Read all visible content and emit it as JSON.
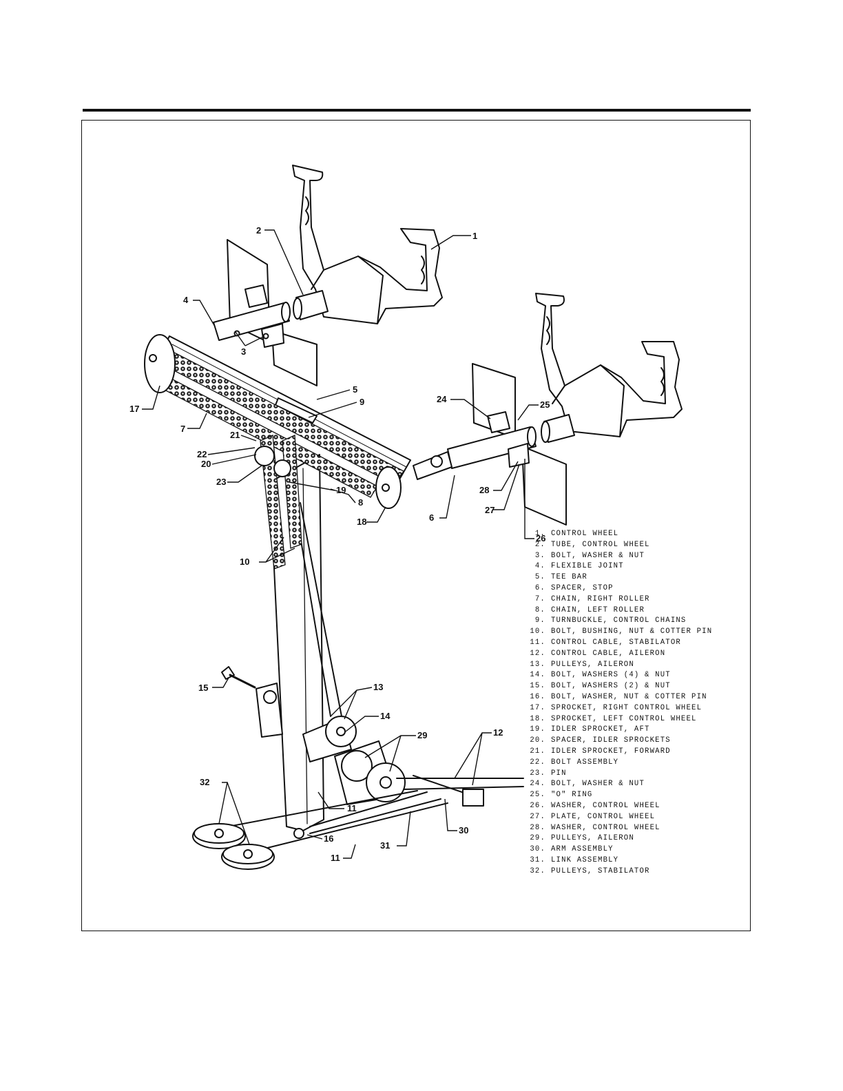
{
  "callouts": [
    "1",
    "2",
    "3",
    "4",
    "5",
    "6",
    "7",
    "8",
    "9",
    "10",
    "11",
    "11",
    "12",
    "13",
    "14",
    "15",
    "16",
    "17",
    "18",
    "19",
    "20",
    "21",
    "22",
    "23",
    "24",
    "25",
    "26",
    "27",
    "28",
    "29",
    "30",
    "31",
    "32"
  ],
  "legend": [
    {
      "num": "1.",
      "text": "CONTROL WHEEL"
    },
    {
      "num": "2.",
      "text": "TUBE, CONTROL WHEEL"
    },
    {
      "num": "3.",
      "text": "BOLT, WASHER & NUT"
    },
    {
      "num": "4.",
      "text": "FLEXIBLE JOINT"
    },
    {
      "num": "5.",
      "text": "TEE BAR"
    },
    {
      "num": "6.",
      "text": "SPACER, STOP"
    },
    {
      "num": "7.",
      "text": "CHAIN, RIGHT ROLLER"
    },
    {
      "num": "8.",
      "text": "CHAIN, LEFT ROLLER"
    },
    {
      "num": "9.",
      "text": "TURNBUCKLE, CONTROL CHAINS"
    },
    {
      "num": "10.",
      "text": "BOLT, BUSHING, NUT & COTTER PIN"
    },
    {
      "num": "11.",
      "text": "CONTROL CABLE, STABILATOR"
    },
    {
      "num": "12.",
      "text": "CONTROL CABLE, AILERON"
    },
    {
      "num": "13.",
      "text": "PULLEYS, AILERON"
    },
    {
      "num": "14.",
      "text": "BOLT, WASHERS (4) & NUT"
    },
    {
      "num": "15.",
      "text": "BOLT, WASHERS (2) & NUT"
    },
    {
      "num": "16.",
      "text": "BOLT, WASHER, NUT & COTTER PIN"
    },
    {
      "num": "17.",
      "text": "SPROCKET, RIGHT CONTROL WHEEL"
    },
    {
      "num": "18.",
      "text": "SPROCKET, LEFT CONTROL WHEEL"
    },
    {
      "num": "19.",
      "text": "IDLER SPROCKET, AFT"
    },
    {
      "num": "20.",
      "text": "SPACER, IDLER SPROCKETS"
    },
    {
      "num": "21.",
      "text": "IDLER SPROCKET, FORWARD"
    },
    {
      "num": "22.",
      "text": "BOLT ASSEMBLY"
    },
    {
      "num": "23.",
      "text": "PIN"
    },
    {
      "num": "24.",
      "text": "BOLT, WASHER & NUT"
    },
    {
      "num": "25.",
      "text": "\"O\" RING"
    },
    {
      "num": "26.",
      "text": "WASHER, CONTROL WHEEL"
    },
    {
      "num": "27.",
      "text": "PLATE, CONTROL WHEEL"
    },
    {
      "num": "28.",
      "text": "WASHER, CONTROL WHEEL"
    },
    {
      "num": "29.",
      "text": "PULLEYS, AILERON"
    },
    {
      "num": "30.",
      "text": "ARM ASSEMBLY"
    },
    {
      "num": "31.",
      "text": "LINK ASSEMBLY"
    },
    {
      "num": "32.",
      "text": "PULLEYS, STABILATOR"
    }
  ]
}
